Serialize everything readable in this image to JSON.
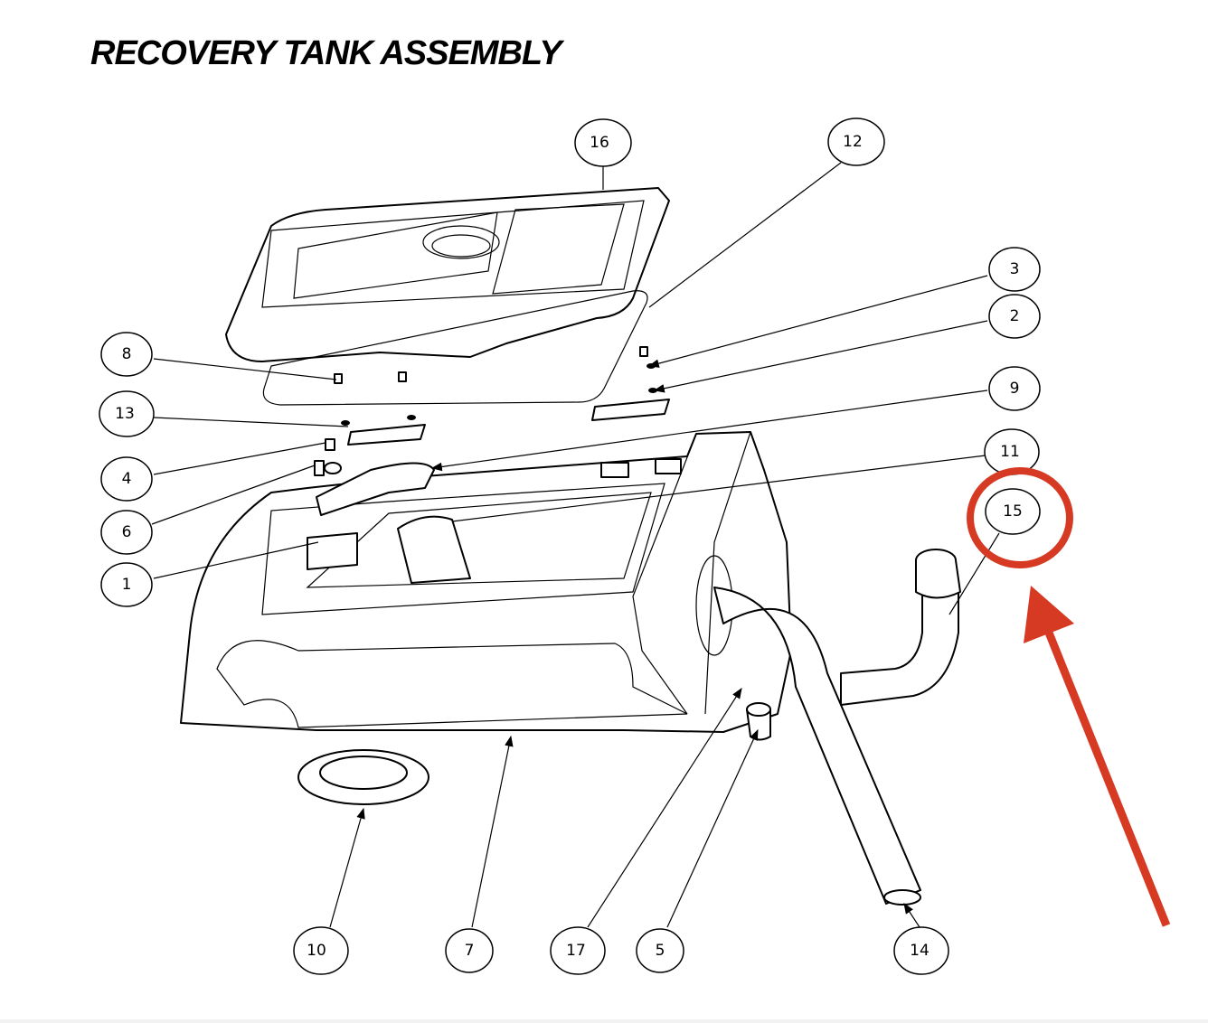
{
  "title": "RECOVERY TANK ASSEMBLY",
  "callouts": {
    "c16": "16",
    "c12": "12",
    "c3": "3",
    "c2": "2",
    "c9": "9",
    "c8": "8",
    "c13": "13",
    "c11": "11",
    "c15": "15",
    "c4": "4",
    "c6": "6",
    "c1": "1",
    "c10": "10",
    "c7": "7",
    "c17": "17",
    "c5": "5",
    "c14": "14"
  },
  "highlight": {
    "target": "15",
    "color": "#d63a22"
  }
}
